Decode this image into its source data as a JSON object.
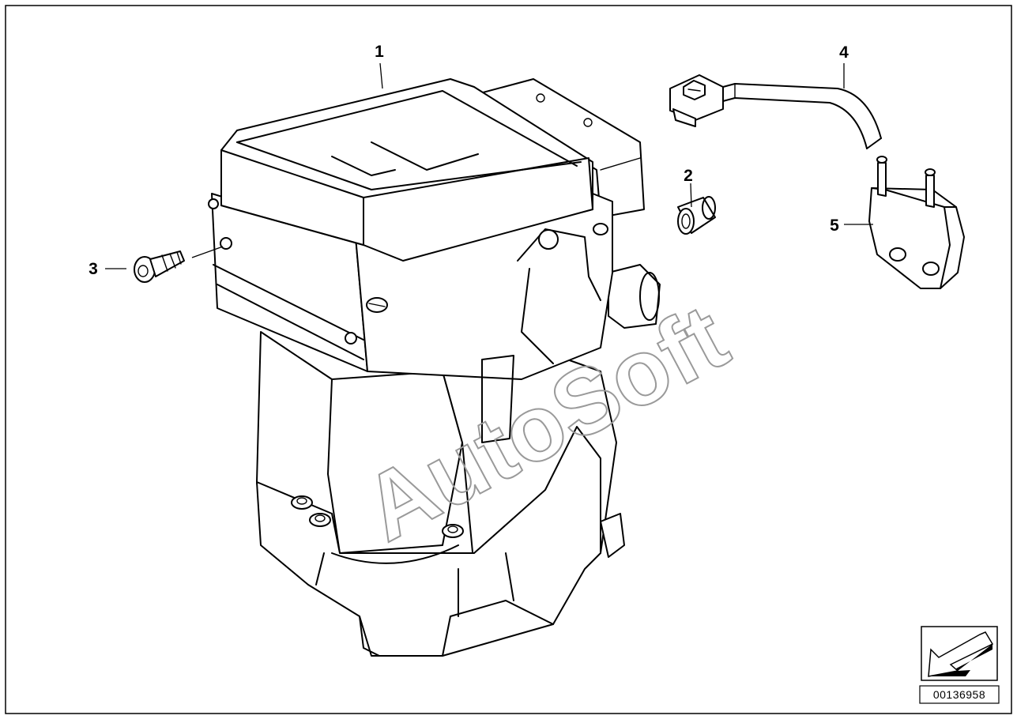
{
  "diagram": {
    "callouts": [
      {
        "id": "1",
        "label": "1"
      },
      {
        "id": "2",
        "label": "2"
      },
      {
        "id": "3",
        "label": "3"
      },
      {
        "id": "4",
        "label": "4"
      },
      {
        "id": "5",
        "label": "5"
      }
    ],
    "watermark": "AutoSoft",
    "catalog_number": "00136958",
    "nav_icon": "arrow-down-left-icon"
  }
}
